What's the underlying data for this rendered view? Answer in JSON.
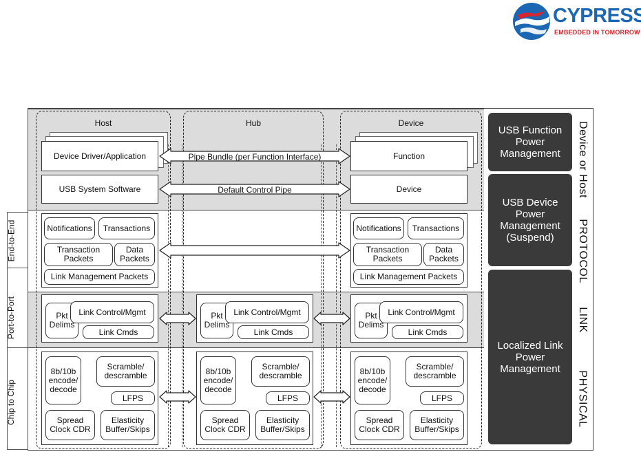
{
  "logo": {
    "name": "CYPRESS",
    "tagline": "EMBEDDED IN TOMORROW",
    "colors": {
      "blue": "#1b67b3",
      "red": "#d7262e"
    }
  },
  "columns": {
    "host": "Host",
    "hub": "Hub",
    "device": "Device"
  },
  "host": {
    "driver": "Device Driver/Application",
    "system_software": "USB System Software",
    "notifications": "Notifications",
    "transactions": "Transactions",
    "transaction_packets": "Transaction Packets",
    "data_packets": "Data Packets",
    "link_mgmt_packets": "Link Management Packets",
    "pkt_delims": "Pkt Delims",
    "link_control": "Link Control/Mgmt",
    "link_cmds": "Link Cmds",
    "encode": "8b/10b encode/ decode",
    "scramble": "Scramble/ descramble",
    "lfps": "LFPS",
    "spread_clock": "Spread Clock CDR",
    "elasticity": "Elasticity Buffer/Skips"
  },
  "hub": {
    "pkt_delims": "Pkt Delims",
    "link_control": "Link Control/Mgmt",
    "link_cmds": "Link Cmds",
    "encode": "8b/10b encode/ decode",
    "scramble": "Scramble/ descramble",
    "lfps": "LFPS",
    "spread_clock": "Spread Clock CDR",
    "elasticity": "Elasticity Buffer/Skips"
  },
  "device": {
    "function": "Function",
    "device": "Device",
    "notifications": "Notifications",
    "transactions": "Transactions",
    "transaction_packets": "Transaction Packets",
    "data_packets": "Data Packets",
    "link_mgmt_packets": "Link Management Packets",
    "pkt_delims": "Pkt Delims",
    "link_control": "Link Control/Mgmt",
    "link_cmds": "Link Cmds",
    "encode": "8b/10b encode/ decode",
    "scramble": "Scramble/ descramble",
    "lfps": "LFPS",
    "spread_clock": "Spread Clock CDR",
    "elasticity": "Elasticity Buffer/Skips"
  },
  "pipes": {
    "pipe_bundle": "Pipe Bundle (per Function Interface)",
    "default_control": "Default Control Pipe"
  },
  "power_mgmt": {
    "function": "USB Function Power Management",
    "device": "USB Device Power Management (Suspend)",
    "link": "Localized Link Power Management"
  },
  "layers": {
    "device_or_host": "Device or Host",
    "protocol": "PROTOCOL",
    "link": "LINK",
    "physical": "PHYSICAL"
  },
  "scopes": {
    "end_to_end": "End-to-End",
    "port_to_port": "Port-to-Port",
    "chip_to_chip": "Chip to Chip"
  }
}
